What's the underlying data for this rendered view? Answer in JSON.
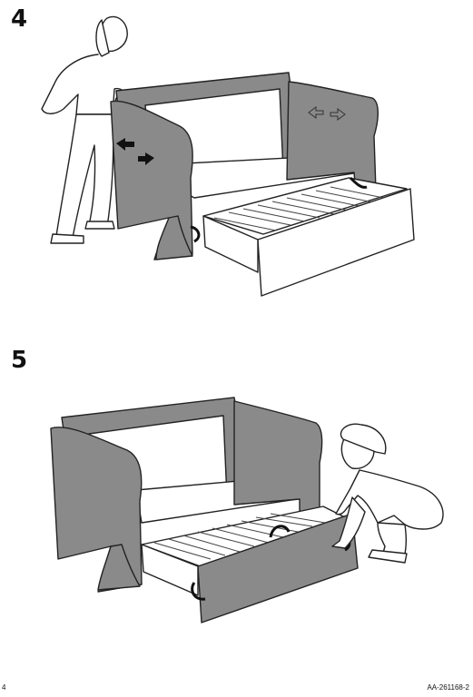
{
  "steps": [
    {
      "number": "4"
    },
    {
      "number": "5"
    }
  ],
  "footer": {
    "page_number": "4",
    "document_code": "AA-261168-2"
  },
  "colors": {
    "cover_gray": "#8a8a8a",
    "line": "#222222",
    "background": "#ffffff"
  }
}
